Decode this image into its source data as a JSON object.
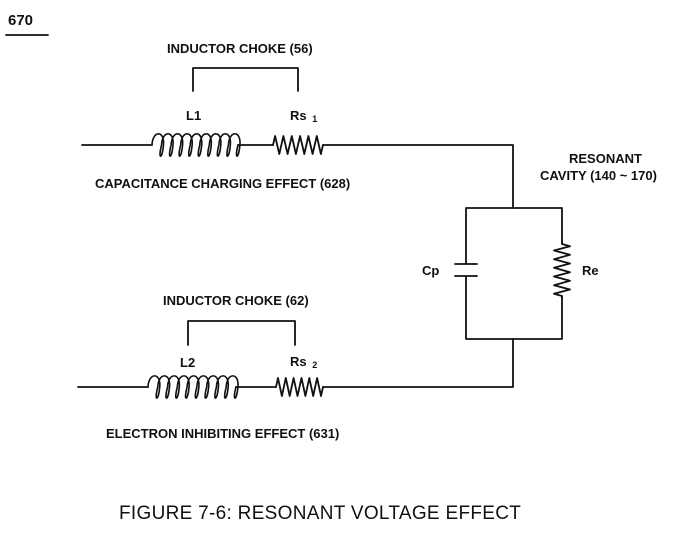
{
  "figure": {
    "number": "670",
    "caption": "FIGURE 7-6: RESONANT VOLTAGE  EFFECT"
  },
  "top_branch": {
    "choke_label": "INDUCTOR CHOKE (56)",
    "inductor_label": "L1",
    "resistor_label": "Rs",
    "resistor_subscript": "1",
    "effect_label": "CAPACITANCE CHARGING EFFECT (628)"
  },
  "bottom_branch": {
    "choke_label": "INDUCTOR CHOKE (62)",
    "inductor_label": "L2",
    "resistor_label": "Rs",
    "resistor_subscript": "2",
    "effect_label": "ELECTRON INHIBITING EFFECT (631)"
  },
  "cavity": {
    "title_line1": "RESONANT",
    "title_line2": "CAVITY (140 ~ 170)",
    "capacitor_label": "Cp",
    "resistor_label": "Re"
  }
}
